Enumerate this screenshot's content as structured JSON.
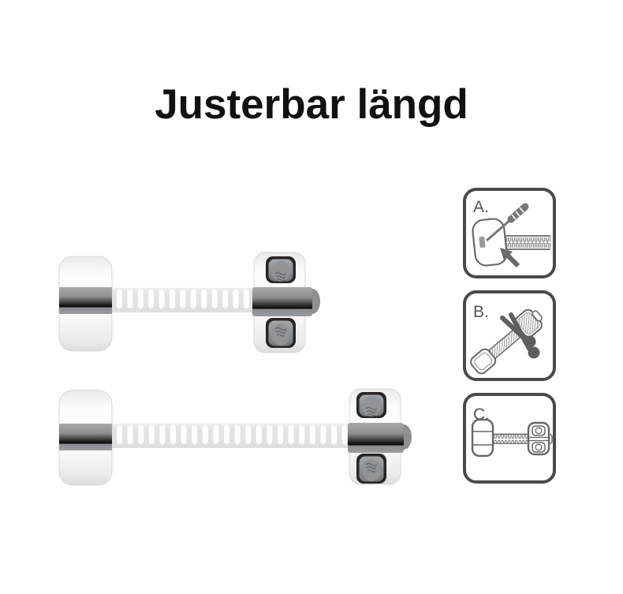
{
  "header": {
    "title": "Justerbar längd"
  },
  "products": [
    {
      "id": "short-lock",
      "description": "child safety strap lock shown at short adjusted length",
      "strap_slots": 13
    },
    {
      "id": "long-lock",
      "description": "child safety strap lock shown at extended length",
      "strap_slots": 22
    }
  ],
  "steps": [
    {
      "label": "A.",
      "icon": "screwdriver-release-diagram"
    },
    {
      "label": "B.",
      "icon": "scissors-cut-strap-diagram"
    },
    {
      "label": "C.",
      "icon": "assembled-lock-diagram"
    }
  ],
  "colors": {
    "background": "#ffffff",
    "title_text": "#111111",
    "product_body_white": "#f7f8f8",
    "product_band_gray": "#8f9295",
    "strap_gray": "#e3e5e6",
    "button_frame_dark": "#262626",
    "button_gray": "#8b8f92",
    "diagram_line": "#666666",
    "diagram_border": "#4a4a4a",
    "diagram_label": "#555555"
  }
}
